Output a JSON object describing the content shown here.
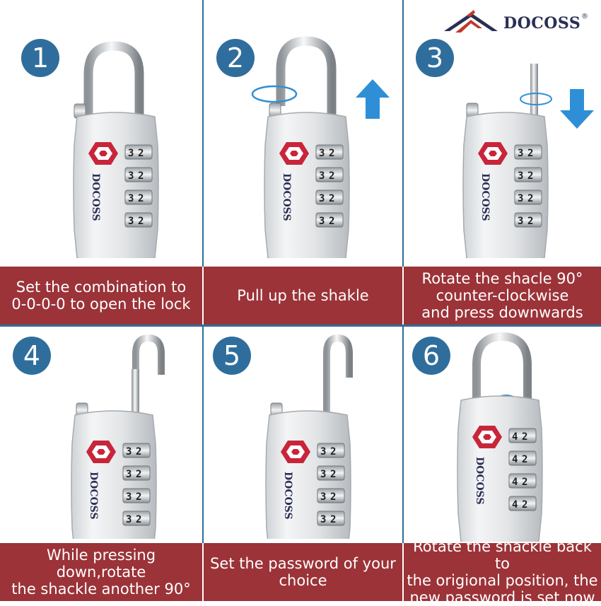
{
  "brand": {
    "name": "DOCOSS",
    "reg_mark": "®",
    "colors": {
      "navy": "#2a2f55",
      "red": "#c0392b"
    }
  },
  "colors": {
    "accent_blue": "#2f6e9c",
    "band_red": "#9b3338",
    "arrow_blue": "#2f8fd6",
    "tsa_red": "#c9253a"
  },
  "steps": [
    {
      "number": "1",
      "caption": "Set the combination to\n0-0-0-0 to open the lock"
    },
    {
      "number": "2",
      "caption": "Pull up the shakle"
    },
    {
      "number": "3",
      "caption": "Rotate the shacle 90°\ncounter-clockwise\nand press downwards"
    },
    {
      "number": "4",
      "caption": "While pressing down,rotate\nthe shackle another 90°"
    },
    {
      "number": "5",
      "caption": "Set the password of your\nchoice"
    },
    {
      "number": "6",
      "caption": "Rotate the shackle back to\nthe origional position, the\nnew password is set now"
    }
  ],
  "lock": {
    "logo_text": "DOCOSS",
    "dial_digits": [
      "3",
      "2"
    ]
  },
  "icons": [
    "step-number-circle",
    "up-arrow-icon",
    "down-arrow-icon",
    "rotate-ring-icon",
    "tsa-diamond-icon",
    "brand-roof-logo-icon"
  ]
}
